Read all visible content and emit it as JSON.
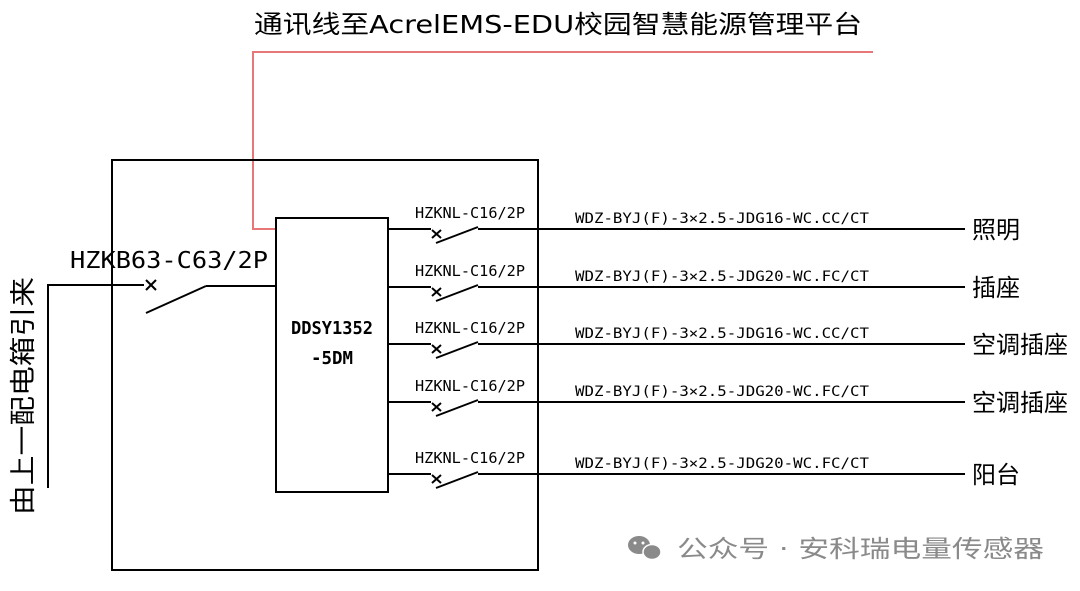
{
  "comm_label": "通讯线至AcrelEMS-EDU校园智慧能源管理平台",
  "source_label": "由上一配电箱引来",
  "main_breaker": "HZKB63-C63/2P",
  "meter": {
    "line1": "DDSY1352",
    "line2": "-5DM"
  },
  "circuits": [
    {
      "breaker": "HZKNL-C16/2P",
      "cable": "WDZ-BYJ(F)-3×2.5-JDG16-WC.CC/CT",
      "load": "照明"
    },
    {
      "breaker": "HZKNL-C16/2P",
      "cable": "WDZ-BYJ(F)-3×2.5-JDG20-WC.FC/CT",
      "load": "插座"
    },
    {
      "breaker": "HZKNL-C16/2P",
      "cable": "WDZ-BYJ(F)-3×2.5-JDG16-WC.CC/CT",
      "load": "空调插座"
    },
    {
      "breaker": "HZKNL-C16/2P",
      "cable": "WDZ-BYJ(F)-3×2.5-JDG20-WC.FC/CT",
      "load": "空调插座"
    },
    {
      "breaker": "HZKNL-C16/2P",
      "cable": "WDZ-BYJ(F)-3×2.5-JDG20-WC.FC/CT",
      "load": "阳台"
    }
  ],
  "watermark": "公众号 · 安科瑞电量传感器",
  "colors": {
    "line": "#000000",
    "comm_line": "#e87878",
    "watermark": "#8a8a8a"
  },
  "icons": {
    "watermark": "wechat-icon"
  }
}
